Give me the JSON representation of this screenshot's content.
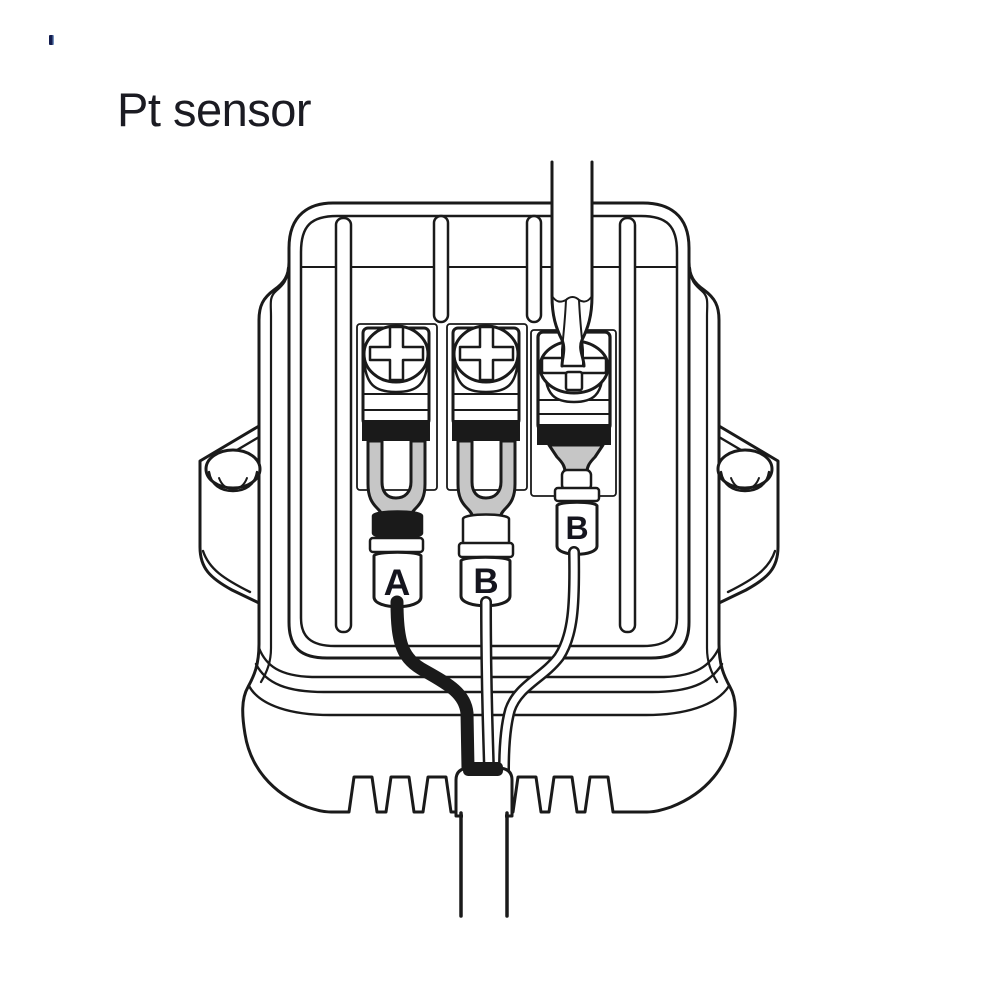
{
  "title": "Pt sensor",
  "stray_mark": {
    "dark_color": "#121c4e",
    "light_color": "#8fb4de"
  },
  "diagram": {
    "description": "Terminal box of a Pt sensor with three screw terminals; a screwdriver tightens the right terminal",
    "terminals": [
      {
        "label": "A",
        "wire": "black",
        "connector": "fork terminal"
      },
      {
        "label": "B",
        "wire": "white",
        "connector": "fork terminal"
      },
      {
        "label": "B",
        "wire": "white",
        "connector": "crimp terminal"
      }
    ],
    "colors": {
      "outline": "#1a1a1a",
      "metal_gray": "#c6c6c6",
      "label_text": "#15151e",
      "title_text": "#1b1b22",
      "background": "#ffffff"
    }
  }
}
